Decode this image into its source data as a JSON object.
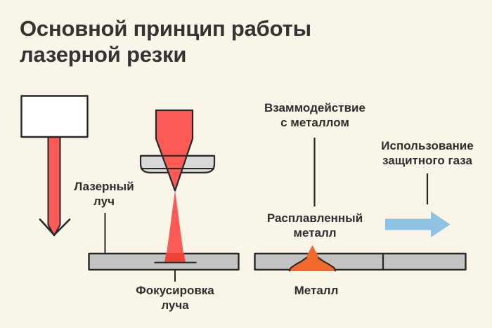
{
  "title": {
    "line1": "Основной принцип работы",
    "line2": "лазерной резки"
  },
  "diagram": {
    "labels": {
      "laser_beam": "Лазерный луч",
      "focusing": "Фокусировка луча",
      "interaction": "Взаммодействие с металлом",
      "molten_metal": "Расплавленный металл",
      "metal": "Металл",
      "shielding_gas": "Использование защитного газа"
    },
    "icons": {
      "laser_arrow": "down-arrow-icon",
      "gas_arrow": "right-arrow-icon"
    }
  },
  "colors": {
    "background": "#FAF5E9",
    "beam_red": "#FC5A55",
    "kerf_red": "#EF4239",
    "molten_orange": "#F2692E",
    "gas_blue": "#8FC3E4",
    "plate_gray": "#C3C3C3",
    "lens_gray": "#D9D9D9",
    "outline_dark": "#282828",
    "text_dark": "#333333",
    "box_white": "#FFFFFF"
  }
}
